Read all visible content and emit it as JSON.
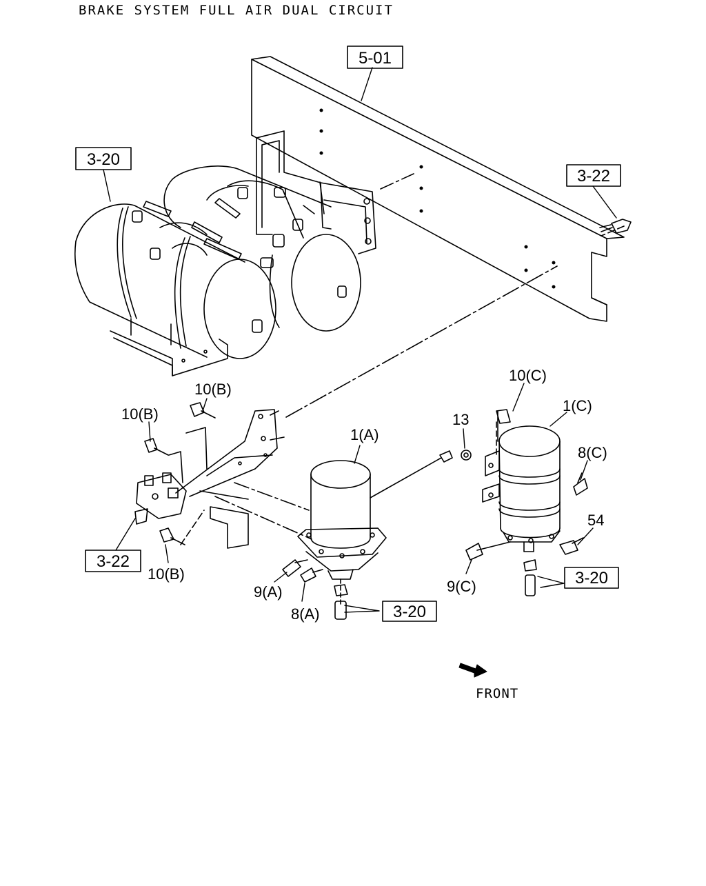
{
  "title": "BRAKE SYSTEM FULL AIR DUAL CIRCUIT",
  "refs": {
    "frame": "5-01",
    "tanks": "3-20",
    "frame_bolt": "3-22",
    "valve": "3-22",
    "dryer_a_pipe": "3-20",
    "dryer_c_pipe": "3-20"
  },
  "labels": {
    "dryer_a": "1(A)",
    "dryer_c": "1(C)",
    "bolt_10c": "10(C)",
    "bolt_10b_top": "10(B)",
    "bolt_10b_left": "10(B)",
    "bolt_10b_bottom": "10(B)",
    "nut_13": "13",
    "fitting_8c": "8(C)",
    "fitting_54": "54",
    "fitting_9a": "9(A)",
    "fitting_8a": "8(A)",
    "fitting_9c": "9(C)"
  },
  "front_label": "FRONT",
  "colors": {
    "line": "#000000",
    "background": "#ffffff"
  }
}
